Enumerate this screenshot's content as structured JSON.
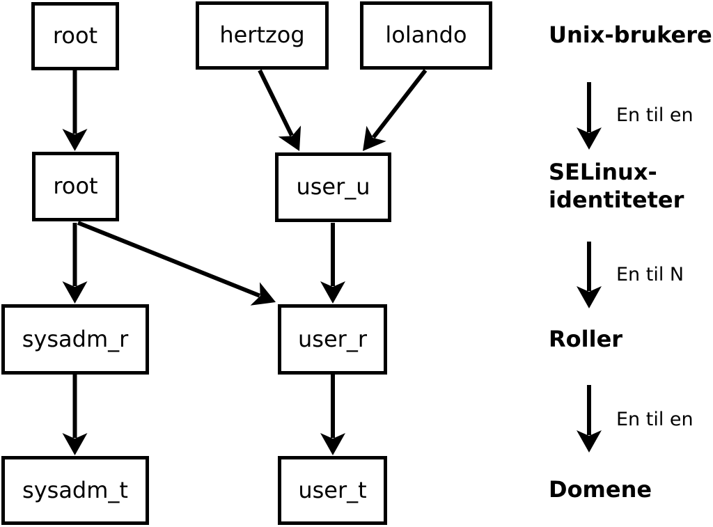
{
  "nodes": {
    "unix_root": "root",
    "unix_hertzog": "hertzog",
    "unix_lolando": "lolando",
    "selinux_root": "root",
    "selinux_user_u": "user_u",
    "role_sysadm_r": "sysadm_r",
    "role_user_r": "user_r",
    "domain_sysadm_t": "sysadm_t",
    "domain_user_t": "user_t"
  },
  "edges": [
    {
      "from": "unix_root",
      "to": "selinux_root"
    },
    {
      "from": "unix_hertzog",
      "to": "selinux_user_u"
    },
    {
      "from": "unix_lolando",
      "to": "selinux_user_u"
    },
    {
      "from": "selinux_root",
      "to": "role_sysadm_r"
    },
    {
      "from": "selinux_root",
      "to": "role_user_r"
    },
    {
      "from": "selinux_user_u",
      "to": "role_user_r"
    },
    {
      "from": "role_sysadm_r",
      "to": "domain_sysadm_t"
    },
    {
      "from": "role_user_r",
      "to": "domain_user_t"
    }
  ],
  "legend": {
    "levels": {
      "unix_users": "Unix-brukere",
      "selinux_identities_line1": "SELinux-",
      "selinux_identities_line2": "identiteter",
      "roles": "Roller",
      "domains": "Domene"
    },
    "relations": {
      "unix_to_selinux": "En til en",
      "selinux_to_roles": "En til N",
      "roles_to_domains": "En til en"
    }
  },
  "colors": {
    "ink": "#000000",
    "background": "#ffffff"
  }
}
